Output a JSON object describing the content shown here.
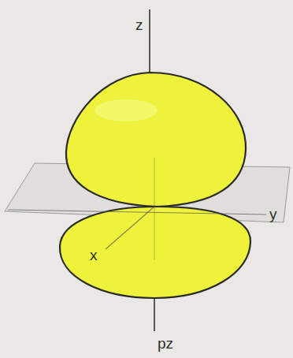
{
  "diagram": {
    "labels": [
      "z",
      "y",
      "x",
      "pz"
    ]
  }
}
